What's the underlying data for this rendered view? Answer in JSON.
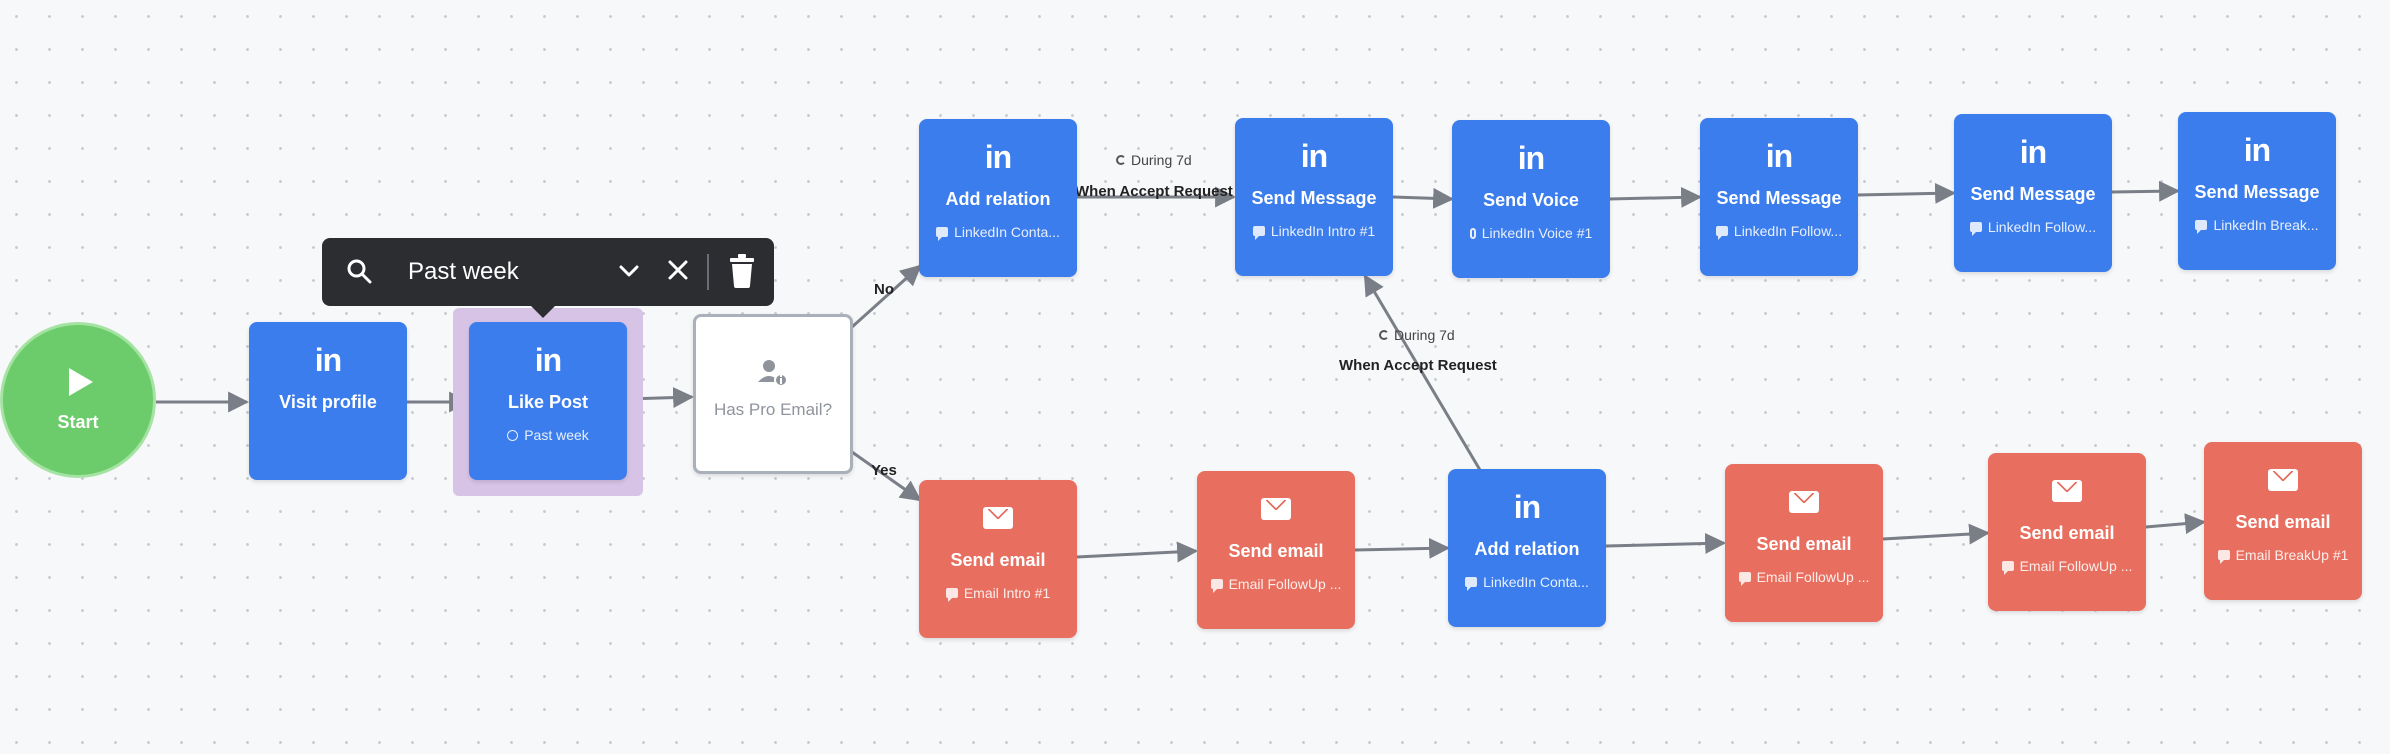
{
  "toolbar": {
    "filter_value": "Past week",
    "icons": [
      "search-icon",
      "chevron-down-icon",
      "close-icon",
      "trash-icon"
    ]
  },
  "start": {
    "label": "Start",
    "icon": "play-icon"
  },
  "nodes": {
    "visit_profile": {
      "title": "Visit profile",
      "icon": "linkedin-icon"
    },
    "like_post": {
      "title": "Like Post",
      "subtitle": "Past week",
      "icon": "linkedin-icon"
    },
    "has_pro_email": {
      "title": "Has Pro Email?",
      "icon": "user-info-icon"
    },
    "add_relation_top": {
      "title": "Add relation",
      "subtitle": "LinkedIn Conta...",
      "icon": "linkedin-icon"
    },
    "send_message_1": {
      "title": "Send Message",
      "subtitle": "LinkedIn Intro #1",
      "icon": "linkedin-icon"
    },
    "send_voice": {
      "title": "Send Voice",
      "subtitle": "LinkedIn Voice #1",
      "icon": "linkedin-icon"
    },
    "send_message_2": {
      "title": "Send Message",
      "subtitle": "LinkedIn Follow...",
      "icon": "linkedin-icon"
    },
    "send_message_3": {
      "title": "Send Message",
      "subtitle": "LinkedIn Follow...",
      "icon": "linkedin-icon"
    },
    "send_message_4": {
      "title": "Send Message",
      "subtitle": "LinkedIn Break...",
      "icon": "linkedin-icon"
    },
    "send_email_1": {
      "title": "Send email",
      "subtitle": "Email Intro #1",
      "icon": "mail-icon"
    },
    "send_email_2": {
      "title": "Send email",
      "subtitle": "Email FollowUp ...",
      "icon": "mail-icon"
    },
    "add_relation_bottom": {
      "title": "Add relation",
      "subtitle": "LinkedIn Conta...",
      "icon": "linkedin-icon"
    },
    "send_email_3": {
      "title": "Send email",
      "subtitle": "Email FollowUp ...",
      "icon": "mail-icon"
    },
    "send_email_4": {
      "title": "Send email",
      "subtitle": "Email FollowUp ...",
      "icon": "mail-icon"
    },
    "send_email_5": {
      "title": "Send email",
      "subtitle": "Email BreakUp #1",
      "icon": "mail-icon"
    }
  },
  "linkedin_glyph": "in",
  "edges": {
    "no_label": "No",
    "yes_label": "Yes",
    "top_delay": "During 7d",
    "top_condition": "When Accept Request",
    "mid_delay": "During 7d",
    "mid_condition": "When Accept Request"
  },
  "colors": {
    "linkedin_node": "#3b7ded",
    "email_node": "#e86f5f",
    "start_node": "#6ccb6a",
    "toolbar_bg": "#2b2d31",
    "selection": "#d7c3e6",
    "edge": "#7a7f87"
  }
}
